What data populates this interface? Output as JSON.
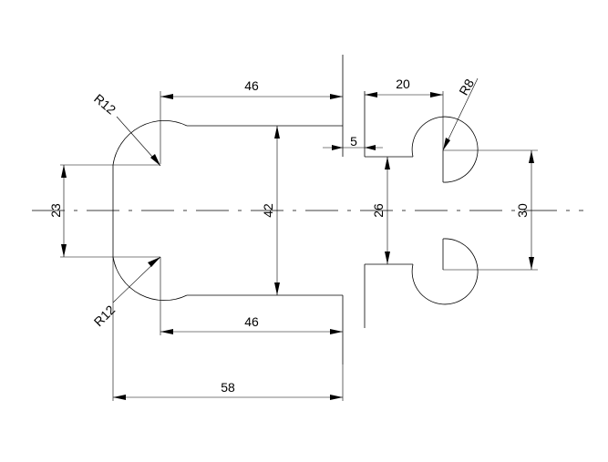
{
  "dimensions": {
    "top_width_left": "46",
    "bottom_width_left": "46",
    "overall_width": "58",
    "height_left": "42",
    "slot_height": "23",
    "radius_top_left": "R12",
    "radius_bottom_left": "R12",
    "right_width": "20",
    "gap": "5",
    "radius_right": "R8",
    "height_inner_right": "26",
    "height_outer_right": "30"
  }
}
